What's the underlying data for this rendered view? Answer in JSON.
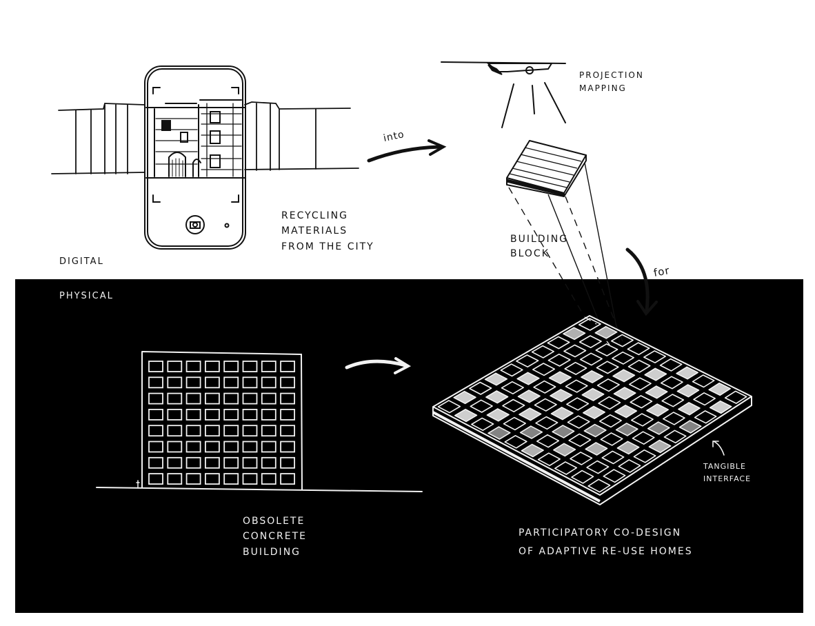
{
  "labels": {
    "digital": "DIGITAL",
    "physical": "PHYSICAL",
    "into": "into",
    "for": "for",
    "projection": "PROJECTION\nMAPPING",
    "recycling": "RECYCLING\nMATERIALS\nFROM THE CITY",
    "building_block": "BUILDING\nBLOCK",
    "obsolete": "OBSOLETE\nCONCRETE\nBUILDING",
    "tangible": "TANGIBLE\nINTERFACE",
    "participatory": "PARTICIPATORY CO-DESIGN\nOF ADAPTIVE RE-USE HOMES"
  },
  "colors": {
    "ink": "#111111",
    "panel": "#000000",
    "chalk": "#f2f2f2"
  },
  "icons": [
    "phone-camera-icon",
    "projector-icon",
    "camera-shutter-icon"
  ]
}
